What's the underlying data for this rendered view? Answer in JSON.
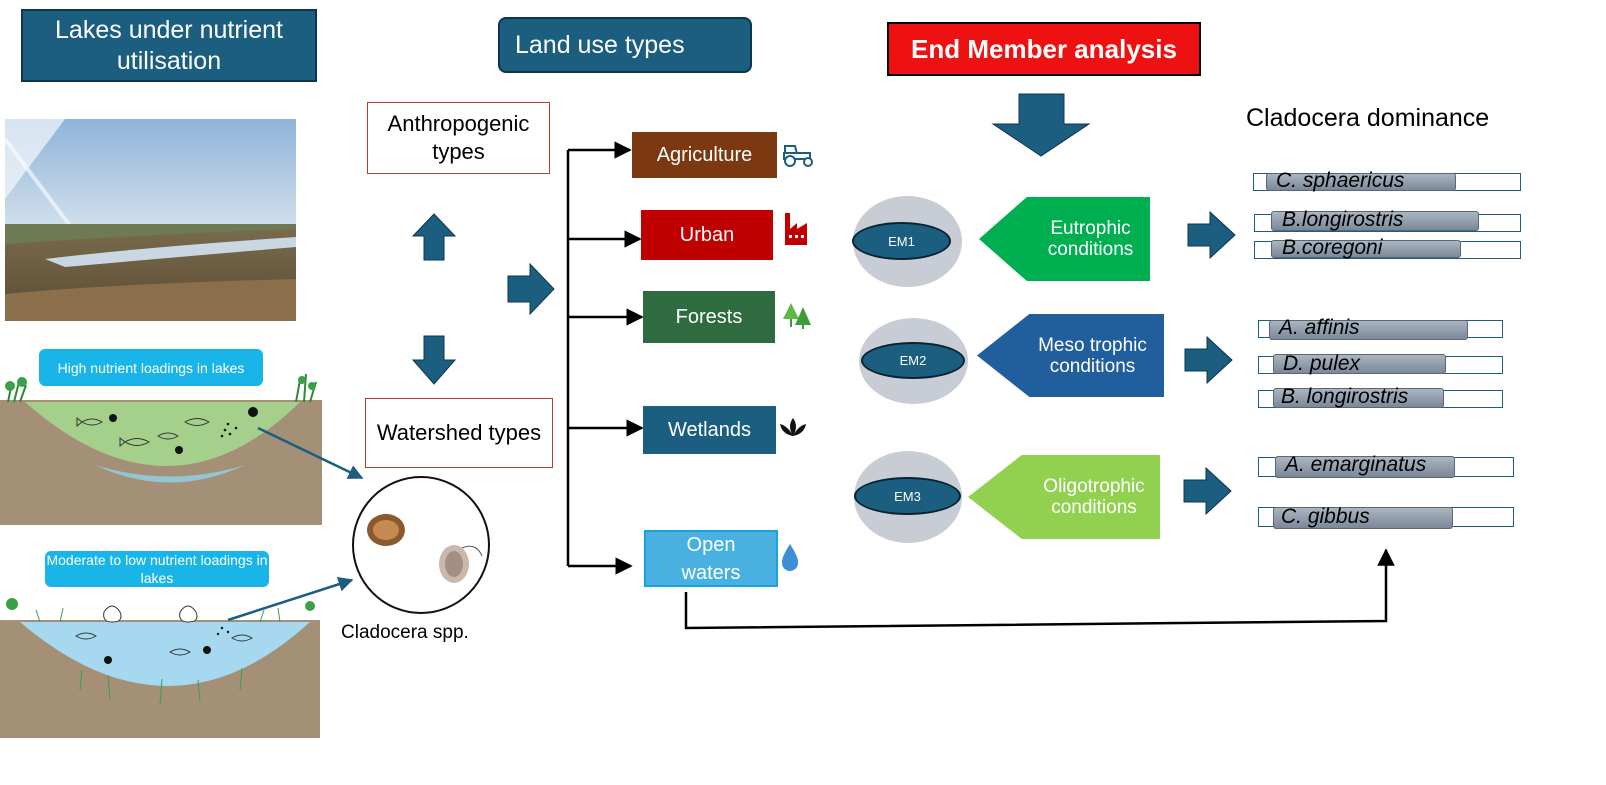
{
  "headers": {
    "lakes": "Lakes under nutrient utilisation",
    "land_use": "Land use types",
    "end_member": "End Member analysis",
    "dominance": "Cladocera dominance"
  },
  "left": {
    "high_pill": "High nutrient loadings in lakes",
    "low_pill": "Moderate to low  nutrient loadings in lakes",
    "cladocera_label": "Cladocera spp."
  },
  "middle": {
    "anthropogenic": "Anthropogenic types",
    "watershed": "Watershed types"
  },
  "land_types": [
    {
      "label": "Agriculture",
      "color": "#7b3811",
      "icon": "tractor-icon"
    },
    {
      "label": "Urban",
      "color": "#c00000",
      "icon": "factory-icon"
    },
    {
      "label": "Forests",
      "color": "#2e6b3e",
      "icon": "trees-icon"
    },
    {
      "label": "Wetlands",
      "color": "#1b5e80",
      "icon": "lotus-icon"
    },
    {
      "label": "Open waters",
      "color": "#49b0e2",
      "icon": "water-drop-icon"
    }
  ],
  "end_members": [
    {
      "label": "EM1",
      "condition": "Eutrophic conditions",
      "color": "#00b050"
    },
    {
      "label": "EM2",
      "condition": "Meso trophic conditions",
      "color": "#215e9e"
    },
    {
      "label": "EM3",
      "condition": "Oligotrophic conditions",
      "color": "#92d050"
    }
  ],
  "species": [
    "C. sphaericus",
    "B.longirostris",
    "B.coregoni",
    "A. affinis",
    "D. pulex",
    "B. longirostris",
    "A. emarginatus",
    "C. gibbus"
  ],
  "colors": {
    "header_blue": "#1b5e80",
    "arrow_blue": "#1b5e80",
    "header_red": "#ee1111"
  }
}
